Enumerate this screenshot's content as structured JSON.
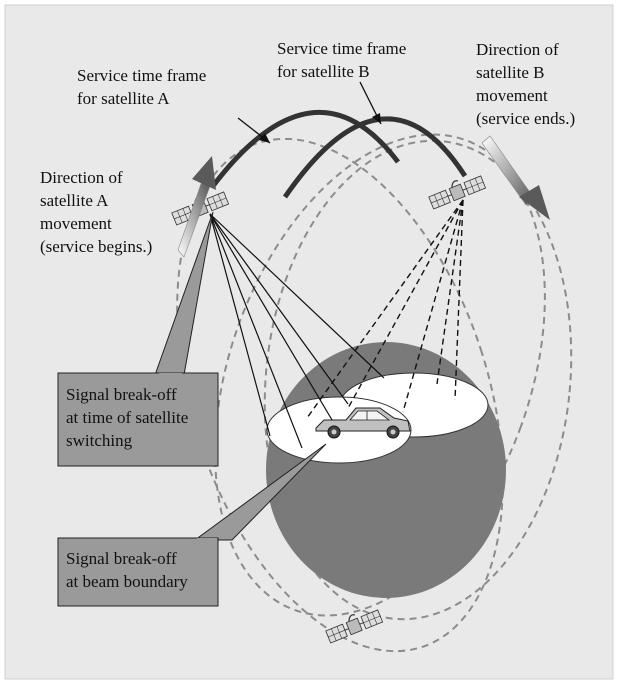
{
  "labels": {
    "service_a": [
      "Service time frame",
      "for satellite A"
    ],
    "service_b": [
      "Service time frame",
      "for satellite B"
    ],
    "dir_a": [
      "Direction of",
      "satellite A",
      "movement",
      "(service begins.)"
    ],
    "dir_b": [
      "Direction of",
      "satellite B",
      "movement",
      "(service ends.)"
    ],
    "callout_switching": [
      "Signal break-off",
      "at time of satellite",
      "switching"
    ],
    "callout_boundary": [
      "Signal break-off",
      "at beam boundary"
    ]
  },
  "colors": {
    "background": "#e9e9e9",
    "service_arc": "#333333",
    "orbit_dash": "#8c8c8c",
    "coverage_area": "#7a7a7a",
    "beam_spot": "#ffffff",
    "callout_box": "#9a9a9a"
  }
}
